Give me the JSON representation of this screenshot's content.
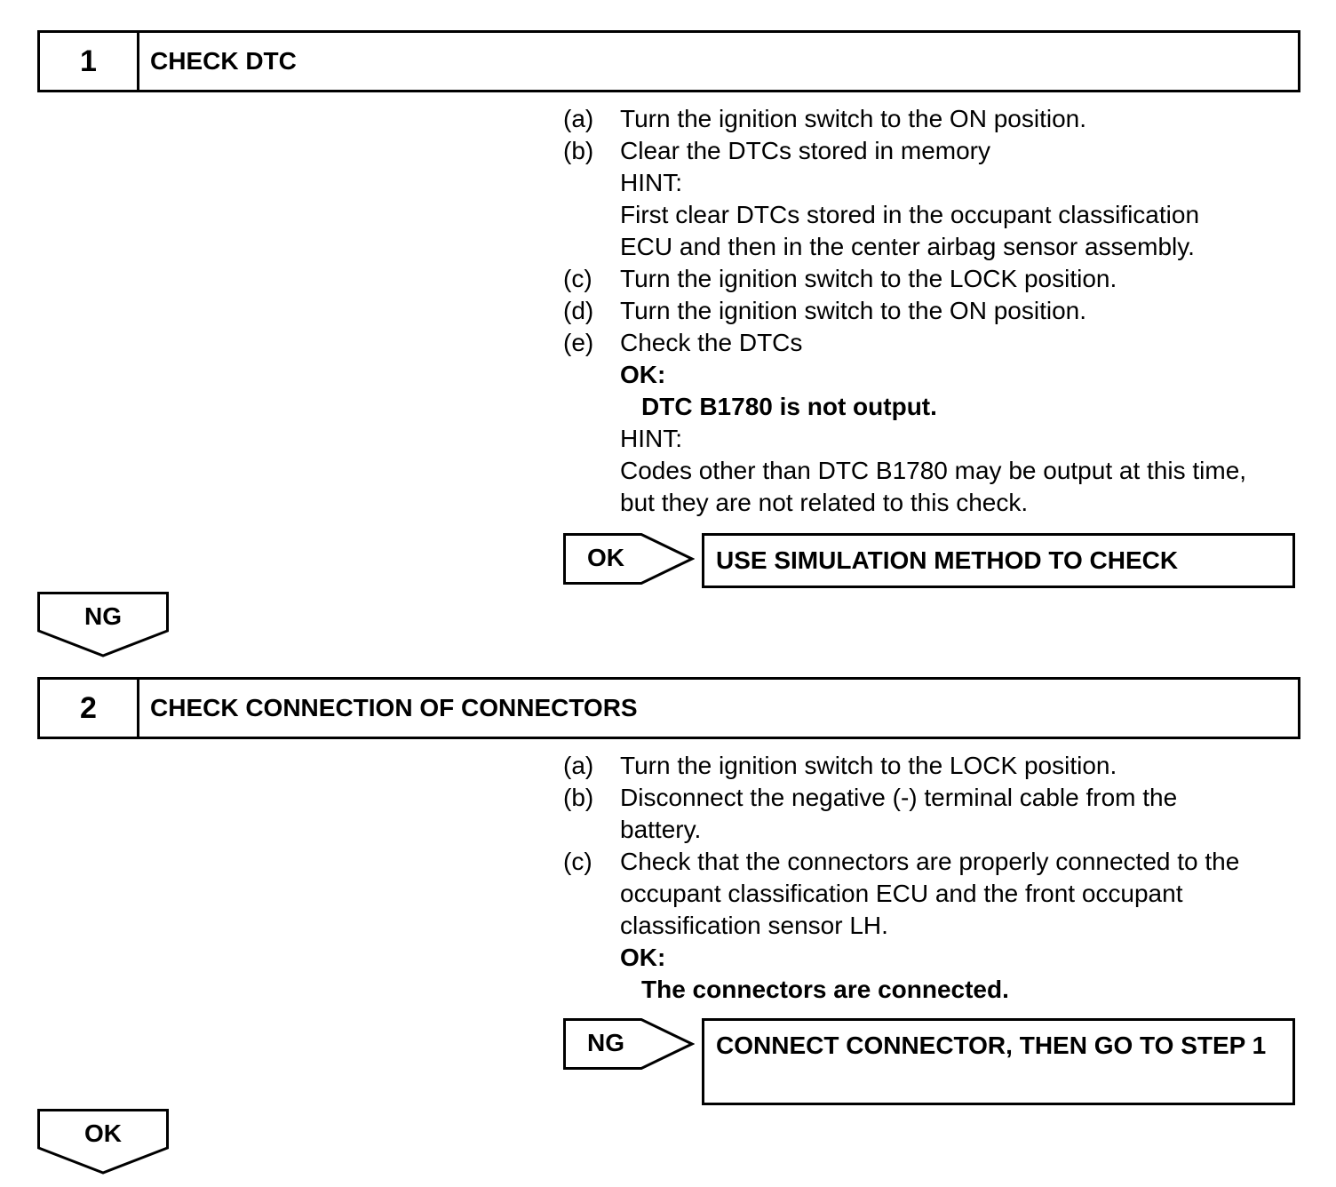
{
  "step1": {
    "number": "1",
    "title": "CHECK DTC",
    "items": [
      {
        "label": "(a)",
        "text": "Turn the ignition switch to the ON position."
      },
      {
        "label": "(b)",
        "text": "Clear the DTCs stored in memory"
      },
      {
        "label": "",
        "text": "HINT:"
      },
      {
        "label": "",
        "text": "First clear DTCs stored in the occupant classification"
      },
      {
        "label": "",
        "text": "ECU and then in the center airbag sensor assembly."
      },
      {
        "label": "(c)",
        "text": "Turn the ignition switch to the LOCK position."
      },
      {
        "label": "(d)",
        "text": "Turn the ignition switch to the ON position."
      },
      {
        "label": "(e)",
        "text": "Check the DTCs"
      }
    ],
    "ok_heading": "OK:",
    "ok_text": "DTC B1780 is not output.",
    "hint_heading": "HINT:",
    "hint_lines": [
      "Codes other than DTC B1780 may be output at this time,",
      "but they are not related to this check."
    ],
    "result_tag": "OK",
    "result_text": "USE SIMULATION METHOD TO CHECK",
    "next_tag": "NG"
  },
  "step2": {
    "number": "2",
    "title": "CHECK CONNECTION OF CONNECTORS",
    "items": [
      {
        "label": "(a)",
        "text": "Turn the ignition switch to the LOCK position."
      },
      {
        "label": "(b)",
        "text": "Disconnect the negative (-) terminal cable from the"
      },
      {
        "label": "",
        "text": "battery."
      },
      {
        "label": "(c)",
        "text": "Check that the connectors are properly connected to the"
      },
      {
        "label": "",
        "text": "occupant classification ECU and the front occupant"
      },
      {
        "label": "",
        "text": "classification sensor LH."
      }
    ],
    "ok_heading": "OK:",
    "ok_text": "The connectors are connected.",
    "result_tag": "NG",
    "result_text": "CONNECT CONNECTOR, THEN GO TO STEP 1",
    "next_tag": "OK"
  }
}
